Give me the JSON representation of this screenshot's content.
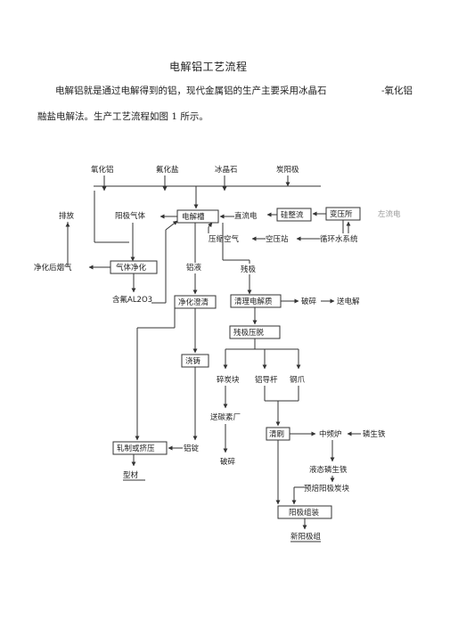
{
  "document": {
    "title": "电解铝工艺流程",
    "para1_part1": "电解铝就是通过电解得到的铝，现代金属铝的生产主要采用冰晶石",
    "para1_part2": "-氧化铝",
    "para2": "融盐电解法。生产工艺流程如图 1 所示。"
  },
  "flowchart": {
    "raw_alumina": "氧化铝",
    "fluoride": "氟化盐",
    "cryolite": "冰晶石",
    "anode_block_top": "炭阳极",
    "emission": "排放",
    "anode_gas": "阳极气体",
    "electrolytic_cell": "电解槽",
    "dc_power": "直流电",
    "rectifier": "硅整流",
    "substation": "变压所",
    "ac_power": "左流电",
    "compressed_air": "压缩空气",
    "air_station": "空压站",
    "circulating_water": "循环水系统",
    "purified_flue_gas": "净化后烟气",
    "gas_purification": "气体净化",
    "aluminium_liquid": "铝液",
    "residual_anode": "残极",
    "fluorine_alumina": "含氟AL2O3",
    "purification_clarification": "净化澄清",
    "clean_electrolyte": "清理电解质",
    "crushing": "破碎",
    "to_electrolysis": "送电解",
    "anode_pressing": "残极压脱",
    "casting": "浇铸",
    "broken_carbon": "碎炭块",
    "guide_rod": "铝导杆",
    "steel_claw": "钢爪",
    "to_carbon_plant": "送碳素厂",
    "brushing": "清刷",
    "mid_frequency_furnace": "中频炉",
    "phosphor_iron": "磷生铁",
    "rolling": "轧制或挤压",
    "ingot": "铝锭",
    "liquid_phosphor_iron": "液态磷生铁",
    "prebaked_anode": "预焙阳极炭块",
    "crush_bottom": "破碎",
    "profile": "型材",
    "anode_assembly": "阳极组装",
    "new_anode": "新阳极组"
  }
}
